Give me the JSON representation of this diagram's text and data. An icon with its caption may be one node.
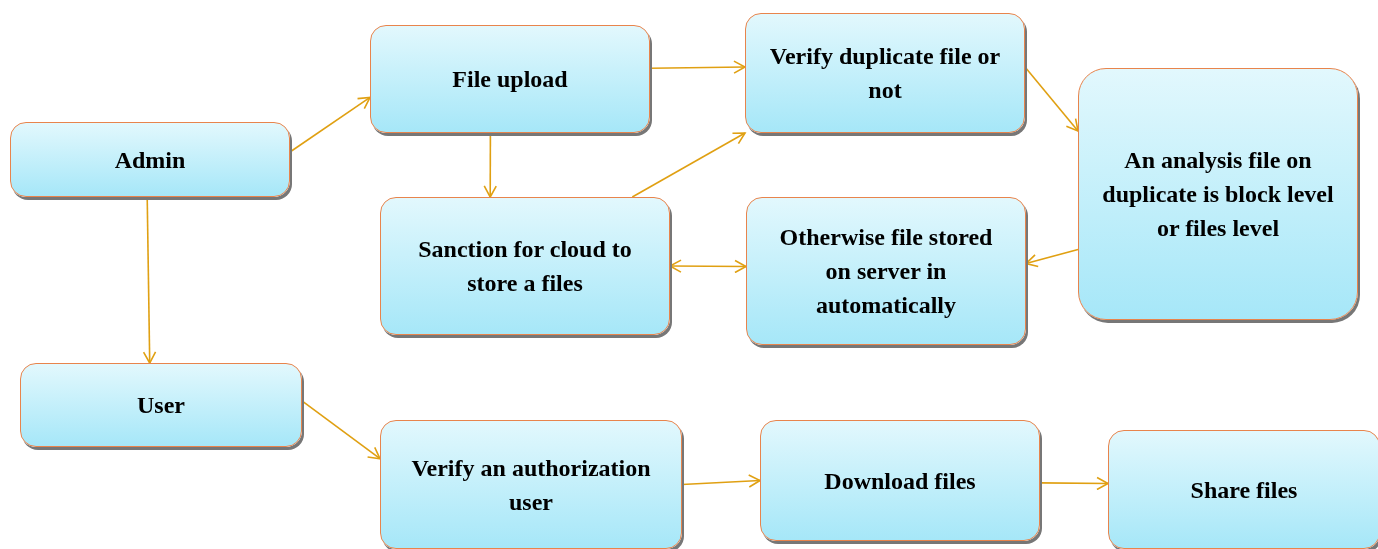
{
  "diagram": {
    "nodes": [
      {
        "text": [
          "Admin"
        ]
      },
      {
        "text": [
          "File upload"
        ]
      },
      {
        "text": [
          "Verify duplicate file or not"
        ]
      },
      {
        "text": [
          "An analysis file on duplicate is block level or files level"
        ]
      },
      {
        "text": [
          "Sanction for cloud to store a files"
        ]
      },
      {
        "text": [
          "Otherwise file stored on server in automatically"
        ]
      },
      {
        "text": [
          "User"
        ]
      },
      {
        "text": [
          "Verify an authorization user"
        ]
      },
      {
        "text": [
          "Download files"
        ]
      },
      {
        "text": [
          "Share files"
        ]
      }
    ],
    "edges": [
      {
        "from": 0,
        "to": 1,
        "arrow": "to"
      },
      {
        "from": 1,
        "to": 2,
        "arrow": "to"
      },
      {
        "from": 2,
        "to": 3,
        "arrow": "to"
      },
      {
        "from": 3,
        "to": 5,
        "arrow": "to"
      },
      {
        "from": 5,
        "to": 4,
        "arrow": "both"
      },
      {
        "from": 1,
        "to": 4,
        "arrow": "to"
      },
      {
        "from": 4,
        "to": 2,
        "arrow": "to"
      },
      {
        "from": 0,
        "to": 6,
        "arrow": "to"
      },
      {
        "from": 6,
        "to": 7,
        "arrow": "to"
      },
      {
        "from": 7,
        "to": 8,
        "arrow": "to"
      },
      {
        "from": 8,
        "to": 9,
        "arrow": "to"
      }
    ]
  }
}
